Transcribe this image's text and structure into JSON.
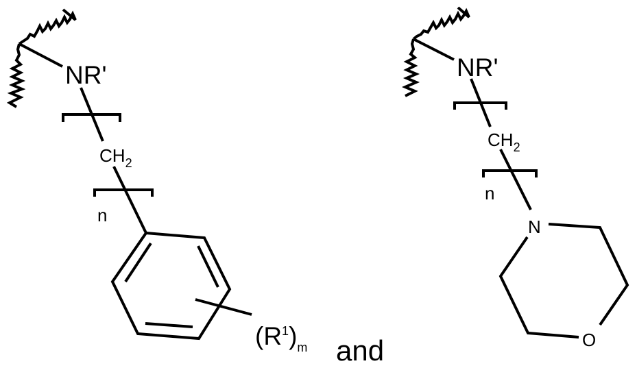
{
  "figure": {
    "type": "chemical-structure-diagram",
    "colors": {
      "stroke": "#000000",
      "background": "#ffffff"
    },
    "left_structure": {
      "name": "aryl-alkyl amine substituent",
      "attachment": "wavy-bond",
      "amine_label": "NR'",
      "linker_label": "CH",
      "linker_subscript": "2",
      "repeat_label": "n",
      "ring": "benzene",
      "substituent_label": "(R",
      "substituent_superscript": "1",
      "substituent_close": ")",
      "substituent_subscript": "m"
    },
    "conjunction": "and",
    "right_structure": {
      "name": "morpholinoalkyl amine substituent",
      "attachment": "wavy-bond",
      "amine_label": "NR'",
      "linker_label": "CH",
      "linker_subscript": "2",
      "repeat_label": "n",
      "ring": "morpholine",
      "ring_n_label": "N",
      "ring_o_label": "O"
    }
  }
}
